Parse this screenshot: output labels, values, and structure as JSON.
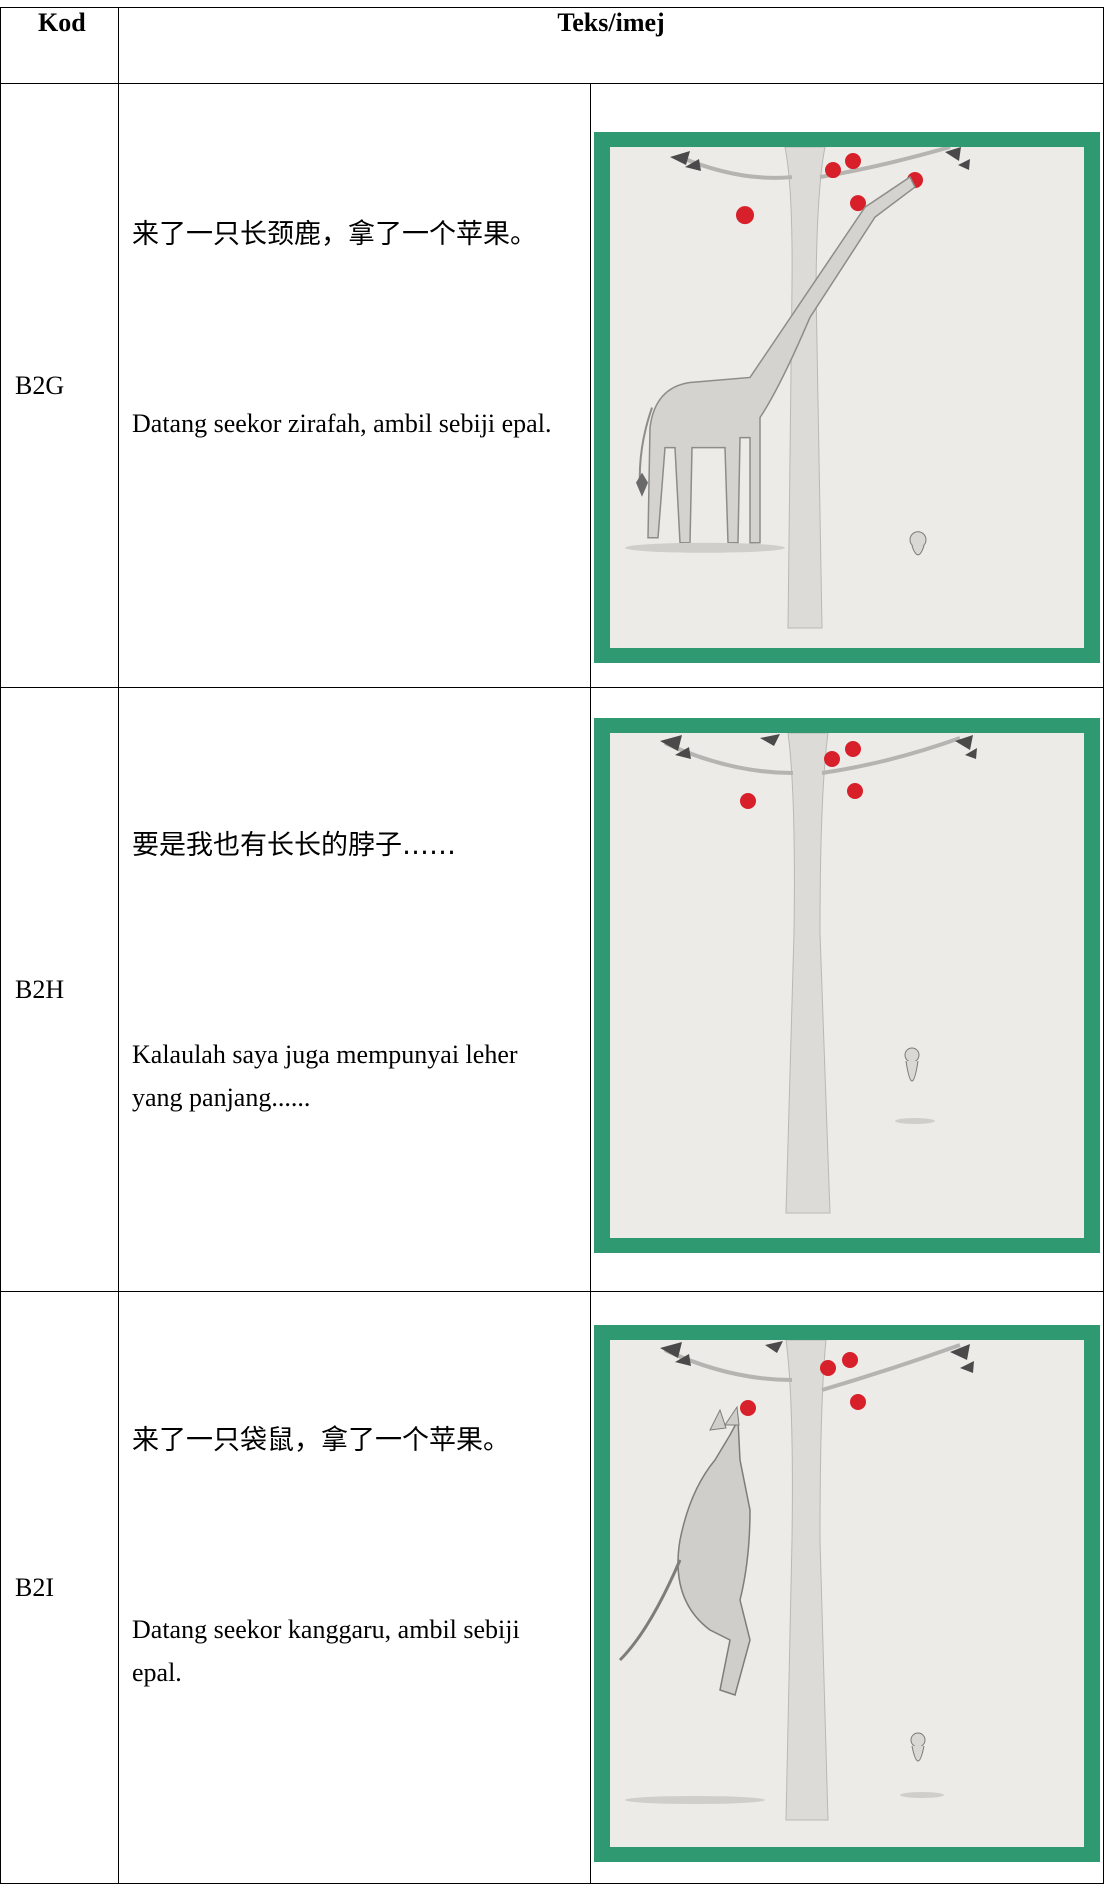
{
  "table": {
    "header": {
      "kod": "Kod",
      "teks_imej": "Teks/imej"
    },
    "rows": [
      {
        "code": "B2G",
        "chinese": "来了一只长颈鹿，拿了一个苹果。",
        "malay": "Datang seekor zirafah, ambil sebiji epal.",
        "image": "illustration-giraffe-eating-apple"
      },
      {
        "code": "B2H",
        "chinese": "要是我也有长长的脖子……",
        "malay": "Kalaulah saya juga mempunyai leher yang panjang......",
        "image": "illustration-mouse-looking-up-tree"
      },
      {
        "code": "B2I",
        "chinese": "来了一只袋鼠，拿了一个苹果。",
        "malay": "Datang seekor kanggaru, ambil sebiji epal.",
        "image": "illustration-kangaroo-jumping-for-apple"
      }
    ]
  },
  "colors": {
    "frame": "#2f9a72",
    "paper": "#ecebe8",
    "apple": "#d8202a"
  }
}
